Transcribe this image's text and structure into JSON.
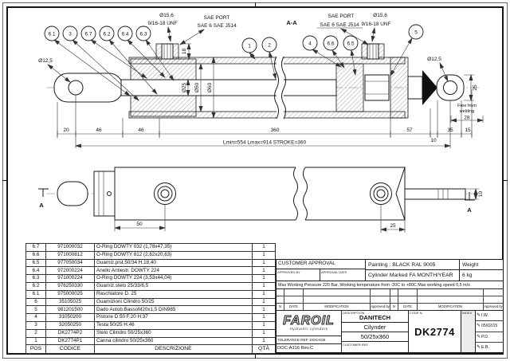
{
  "drawing": {
    "section_label": "A-A",
    "section_mark_left": "A",
    "section_mark_right": "A",
    "balloons": [
      "6.1",
      "3",
      "6.7",
      "6.2",
      "6.4",
      "6.3",
      "1",
      "2",
      "4",
      "6.6",
      "6.5",
      "5"
    ],
    "port_left": {
      "name": "SAE PORT",
      "spec": "SAE 6 SAE J514",
      "dia": "Ø15,6",
      "thread": "9/16-18 UNF"
    },
    "port_right": {
      "name": "SAE PORT",
      "spec": "SAE 6 SAE J514",
      "dia": "Ø15,6",
      "thread": "9/16-18 UNF"
    },
    "dims": {
      "rod_eye_dia": "Ø12,5",
      "rear_eye_dia": "Ø12,5",
      "port_height": "18",
      "rod_dia": "Ø25",
      "piston_dia": "Ø50",
      "tube_dia": "Ø60",
      "chain": [
        "20",
        "46",
        "46",
        "360",
        "57",
        "10",
        "35",
        "15"
      ],
      "eye_thickness": "25",
      "weld_note_line1": "Free from",
      "weld_note_line2": "welding",
      "weld_clearance": "28",
      "length_note": "Lmin=554  Lmax=914  STROKE=360",
      "port1_offset": "50",
      "port2_offset": "25",
      "rod_end": "10"
    }
  },
  "bom": {
    "headers": [
      "POS",
      "CODICE",
      "DESCRIZIONE",
      "QTÀ"
    ],
    "rows": [
      [
        "6.7",
        "971000032",
        "O-Ring DOWTY 032  (1,78x47,35)",
        "1"
      ],
      [
        "6.6",
        "971000812",
        "O-Ring DOWTY 812  (2,62x20,63)",
        "1"
      ],
      [
        "6.5",
        "977050034",
        "Guarniz.pist.50/34 H.18,40",
        "1"
      ],
      [
        "6.4",
        "972000224",
        "Anello Antiestr. DOWTY 224",
        "1"
      ],
      [
        "6.3",
        "971000224",
        "O-Ring DOWTY 224  (3,53x44,04)",
        "1"
      ],
      [
        "6.2",
        "976250330",
        "Guarniz.stelo 25/33/6,5",
        "1"
      ],
      [
        "6.1",
        "975000025",
        "Raschiatore D. 25",
        "1"
      ],
      [
        "6",
        "35105025",
        "Guarnizioni Cilindro 50/25",
        "1"
      ],
      [
        "5",
        "981201500",
        "Dado Autob.BassoM20x1,5 DIN985",
        "1"
      ],
      [
        "4",
        "31050200",
        "Pistone D.50 F.20 H.37",
        "1"
      ],
      [
        "3",
        "32050250",
        "Testa 50/25 H.46",
        "1"
      ],
      [
        "2",
        "DK2774P2",
        "Stelo Cilindro 50/25x360",
        "1"
      ],
      [
        "1",
        "DK2774P1",
        "Canna cilindro 50/25x360",
        "1"
      ]
    ]
  },
  "titleblock": {
    "customer_approval": "CUSTOMER APPROVAL",
    "approved_by": "APPROVED BY",
    "approval_date": "APPROVAL DATE",
    "painting": "Painting : BLACK RAL 9005",
    "marking": "Cylinder Marked FA MONTH/YEAR",
    "weight_label": "Weight",
    "weight_value": "6 kg",
    "conditions": "Max Working Pressure 220 Bar. Working temperature from -20C to +80C  Max working speed 0,5 m/s",
    "rev_headers": [
      "N",
      "DATE",
      "MODIFICATION",
      "Approved by",
      "N",
      "DATE",
      "MODIFICATION",
      "Approved by"
    ],
    "logo": "FAROIL",
    "logo_sub": "Hydraulic cylinders",
    "tolerance_ref": "TOLERANCE REF. DOC-K06",
    "doc_ref": "DOC-A116 Rev.C",
    "description_label": "DESCRIPTION",
    "description_lines": [
      "DANITECH",
      "Cilynder",
      "50/25x360"
    ],
    "customer_ref_label": "CUSTOMER REF.",
    "code_label": "CODE N.",
    "code_value": "DK2774",
    "index_label": "INDEX",
    "sign_rows": [
      {
        "icon": "✎",
        "text": "I.W."
      },
      {
        "icon": "✎",
        "text": "05/02/15"
      },
      {
        "icon": "✎",
        "text": "P.D."
      },
      {
        "icon": "✎",
        "text": "E.B."
      }
    ]
  }
}
